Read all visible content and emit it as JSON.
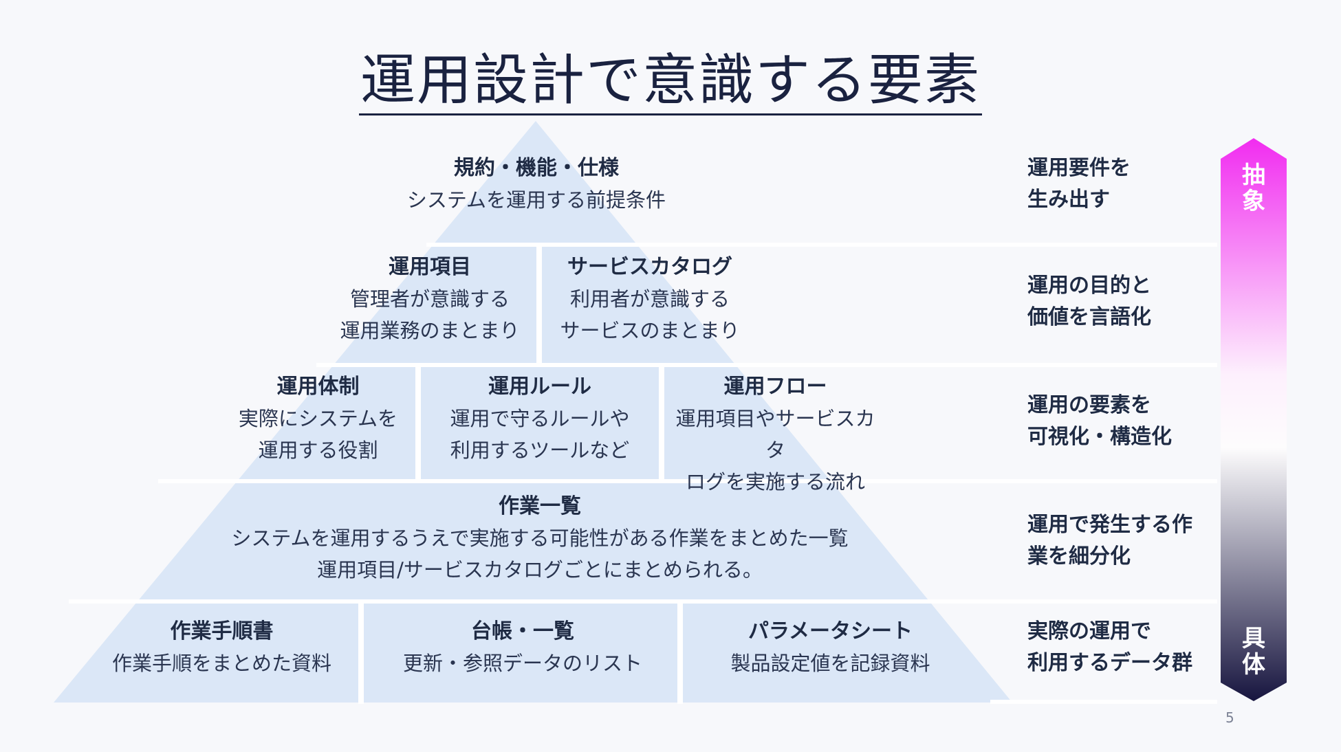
{
  "title": "運用設計で意識する要素",
  "pyramid": {
    "tier1": [
      {
        "heading": "規約・機能・仕様",
        "desc": [
          "システムを運用する前提条件"
        ]
      }
    ],
    "tier2": [
      {
        "heading": "運用項目",
        "desc": [
          "管理者が意識する",
          "運用業務のまとまり"
        ]
      },
      {
        "heading": "サービスカタログ",
        "desc": [
          "利用者が意識する",
          "サービスのまとまり"
        ]
      }
    ],
    "tier3": [
      {
        "heading": "運用体制",
        "desc": [
          "実際にシステムを",
          "運用する役割"
        ]
      },
      {
        "heading": "運用ルール",
        "desc": [
          "運用で守るルールや",
          "利用するツールなど"
        ]
      },
      {
        "heading": "運用フロー",
        "desc": [
          "運用項目やサービスカタ",
          "ログを実施する流れ"
        ]
      }
    ],
    "tier4": [
      {
        "heading": "作業一覧",
        "desc": [
          "システムを運用するうえで実施する可能性がある作業をまとめた一覧",
          "運用項目/サービスカタログごとにまとめられる。"
        ]
      }
    ],
    "tier5": [
      {
        "heading": "作業手順書",
        "desc": [
          "作業手順をまとめた資料"
        ]
      },
      {
        "heading": "台帳・一覧",
        "desc": [
          "更新・参照データのリスト"
        ]
      },
      {
        "heading": "パラメータシート",
        "desc": [
          "製品設定値を記録資料"
        ]
      }
    ]
  },
  "right_labels": [
    [
      "運用要件を",
      "生み出す"
    ],
    [
      "運用の目的と",
      "価値を言語化"
    ],
    [
      "運用の要素を",
      "可視化・構造化"
    ],
    [
      "運用で発生する作",
      "業を細分化"
    ],
    [
      "実際の運用で",
      "利用するデータ群"
    ]
  ],
  "arrow": {
    "top_label": [
      "抽",
      "象"
    ],
    "bottom_label": [
      "具",
      "体"
    ],
    "colors": {
      "top": "#f12cf0",
      "middle": "#fdfcfd",
      "bottom": "#17153f"
    }
  },
  "colors": {
    "pyramid_fill": "#dbe7f7",
    "separator": "#ffffff"
  },
  "page_number": "5"
}
